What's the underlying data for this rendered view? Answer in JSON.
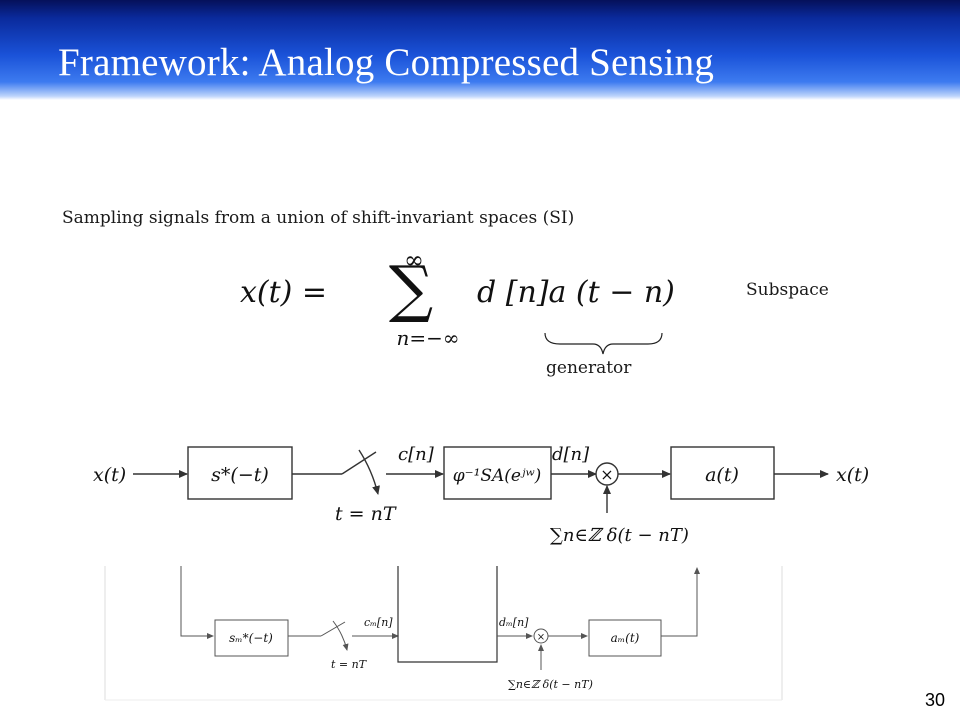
{
  "slide": {
    "title": "Framework: Analog Compressed Sensing",
    "subtitle": "Sampling signals from a union of shift-invariant spaces (SI)",
    "side_label": "Subspace",
    "brace_label": "generator",
    "page_number": "30"
  },
  "equation": {
    "lhs": "x(t) =",
    "sum_upper": "∞",
    "sum_lower": "n=−∞",
    "term": "d [n]a (t − n)"
  },
  "diagram": {
    "main": {
      "input": "x(t)",
      "prefilter": "s*(−t)",
      "sampler": "t = nT",
      "samples": "c[n]",
      "correction": "φ⁻¹SA(eʲʷ)",
      "coeffs": "d[n]",
      "impulse_train": "∑n∈ℤ δ(t − nT)",
      "reconstruction": "a(t)",
      "output": "x(t)"
    },
    "branch": {
      "prefilter": "sₘ*(−t)",
      "sampler": "t = nT",
      "samples": "cₘ[n]",
      "coeffs": "dₘ[n]",
      "impulse_train": "∑n∈ℤ δ(t − nT)",
      "reconstruction": "aₘ(t)"
    }
  }
}
